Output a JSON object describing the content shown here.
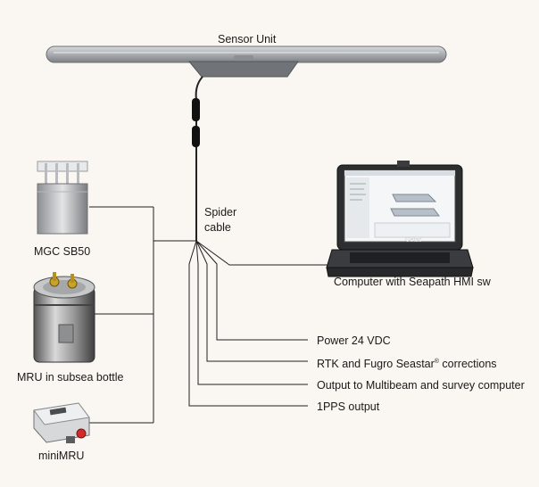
{
  "labels": {
    "sensor_unit": "Sensor Unit",
    "spider_cable_line1": "Spider",
    "spider_cable_line2": "cable",
    "mgc": "MGC SB50",
    "mru_bottle": "MRU in subsea bottle",
    "minimru": "miniMRU",
    "computer": "Computer with Seapath HMI sw",
    "power": "Power 24 VDC",
    "rtk_main": "RTK  and  Fugro Seastar",
    "rtk_reg": "®",
    "rtk_tail": " corrections",
    "multibeam": "Output to Multibeam and survey computer",
    "pps": "1PPS output"
  },
  "laptop_brand": "Getac",
  "colors": {
    "background": "#faf6f1",
    "line": "#222222",
    "antenna": "#b8babd",
    "mini_mru_button": "#d32a2a"
  }
}
